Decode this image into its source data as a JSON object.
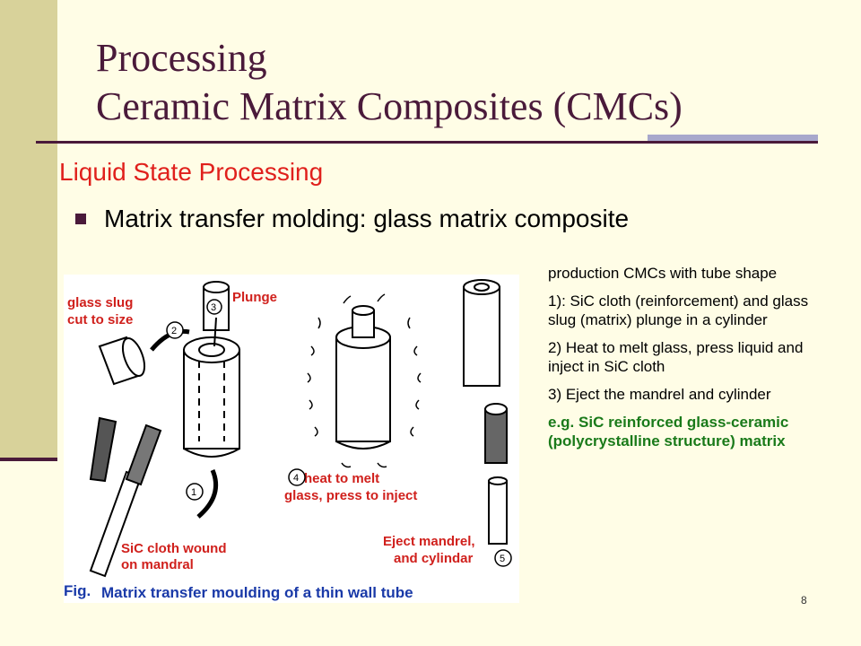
{
  "title": {
    "line1": "Processing",
    "line2": "Ceramic Matrix Composites (CMCs)"
  },
  "subtitle": "Liquid State Processing",
  "bullet": "Matrix transfer molding: glass matrix composite",
  "figure": {
    "label_glass_slug_1": "glass slug",
    "label_glass_slug_2": "cut to size",
    "label_plunge": "Plunge",
    "label_heat_1": "heat to melt",
    "label_heat_2": "glass, press to inject",
    "label_sic_1": "SiC cloth wound",
    "label_sic_2": "on mandral",
    "label_eject_1": "Eject mandrel,",
    "label_eject_2": "and cylindar",
    "step1": "1",
    "step2": "2",
    "step3": "3",
    "step4": "4",
    "step5": "5",
    "caption_prefix": "Fig.",
    "caption": "Matrix transfer moulding of a thin wall tube"
  },
  "notes": {
    "intro": "production CMCs with tube shape",
    "step1": "1): SiC cloth (reinforcement) and glass slug (matrix) plunge in a cylinder",
    "step2": "2) Heat to melt glass, press liquid and inject in SiC cloth",
    "step3": "3) Eject the mandrel and cylinder",
    "example": "e.g. SiC reinforced glass-ceramic (polycrystalline structure) matrix"
  },
  "page_number": "8"
}
